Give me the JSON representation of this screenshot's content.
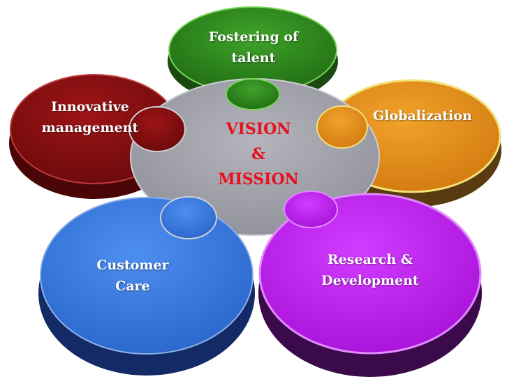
{
  "diagram": {
    "type": "puzzle-flower",
    "center": {
      "lines": [
        "VISION",
        "&",
        "MISSION"
      ],
      "fill_color": "#a6a6ae",
      "text_color": "#e8101c"
    },
    "petals": [
      {
        "id": "fostering",
        "lines": [
          "Fostering of",
          "talent"
        ],
        "color": "#2f8a1e",
        "position": "top"
      },
      {
        "id": "globalization",
        "lines": [
          "Globalization"
        ],
        "color": "#e8951c",
        "position": "right"
      },
      {
        "id": "research",
        "lines": [
          "Research &",
          "Development"
        ],
        "color": "#c020f0",
        "position": "bottom-right"
      },
      {
        "id": "customer",
        "lines": [
          "Customer",
          "Care"
        ],
        "color": "#3a7fe6",
        "position": "bottom-left"
      },
      {
        "id": "innovative",
        "lines": [
          "Innovative",
          "management"
        ],
        "color": "#8c0e10",
        "position": "left"
      }
    ]
  }
}
